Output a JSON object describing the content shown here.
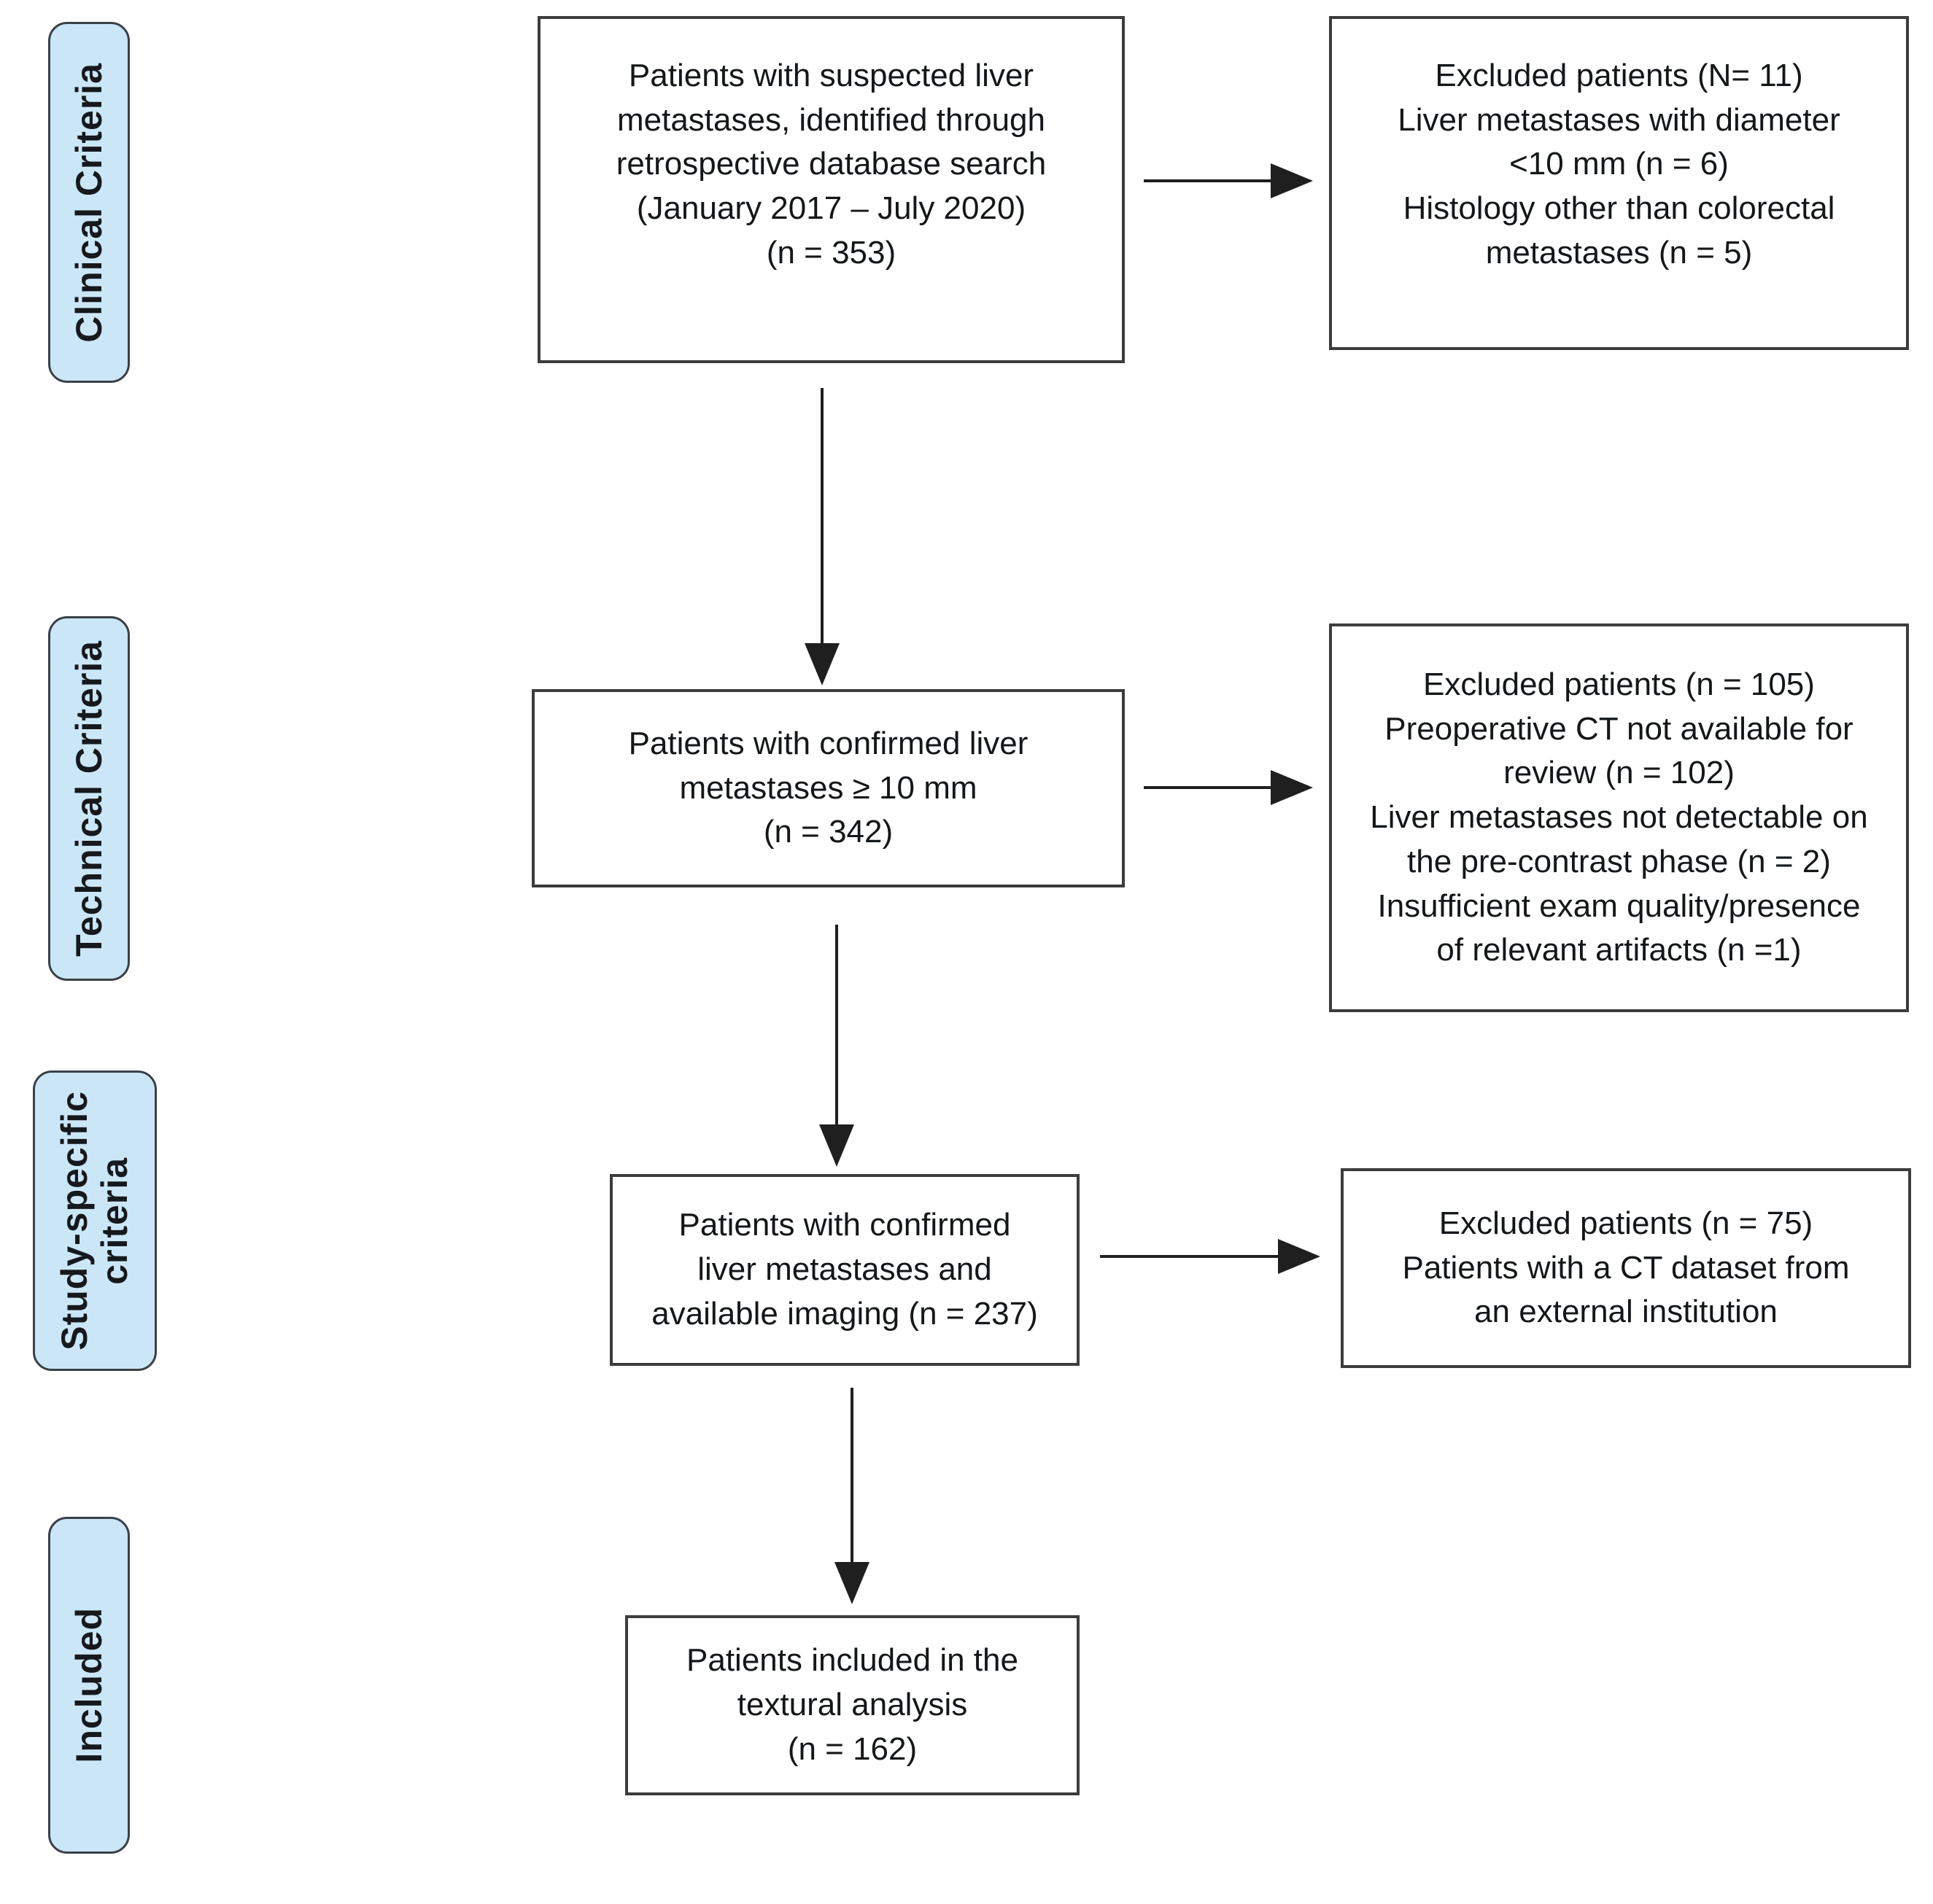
{
  "colors": {
    "stage-fill": "#cbe7f7",
    "stage-border": "#3a4047",
    "box-border": "#3c3c3c",
    "arrow": "#1f1f1f"
  },
  "stages": [
    {
      "id": "clinical",
      "label": "Clinical Criteria"
    },
    {
      "id": "technical",
      "label": "Technical Criteria"
    },
    {
      "id": "study_specific",
      "label": "Study-specific\ncriteria"
    },
    {
      "id": "included",
      "label": "Included"
    }
  ],
  "flow_boxes": [
    {
      "name": "identified-patients",
      "text": "Patients with suspected liver\nmetastases, identified through\nretrospective database search\n(January 2017 – July 2020)\n(n = 353)"
    },
    {
      "name": "confirmed-metastases",
      "text": "Patients with confirmed liver\nmetastases ≥ 10 mm\n(n = 342)"
    },
    {
      "name": "available-imaging",
      "text": "Patients with confirmed\nliver metastases and\navailable imaging (n = 237)"
    },
    {
      "name": "included-textural-analysis",
      "text": "Patients included in the\ntextural analysis\n(n = 162)"
    }
  ],
  "exclusion_boxes": [
    {
      "name": "clinical-exclusions",
      "text": "Excluded patients (N= 11)\nLiver metastases with diameter\n<10 mm (n = 6)\nHistology other than colorectal\nmetastases (n = 5)"
    },
    {
      "name": "technical-exclusions",
      "text": "Excluded patients (n = 105)\nPreoperative CT not available for\nreview (n = 102)\nLiver metastases not detectable on\nthe pre-contrast phase (n = 2)\nInsufficient exam quality/presence\nof relevant artifacts (n =1)"
    },
    {
      "name": "study-specific-exclusions",
      "text": "Excluded patients (n = 75)\nPatients with a CT dataset from\nan external institution"
    }
  ]
}
